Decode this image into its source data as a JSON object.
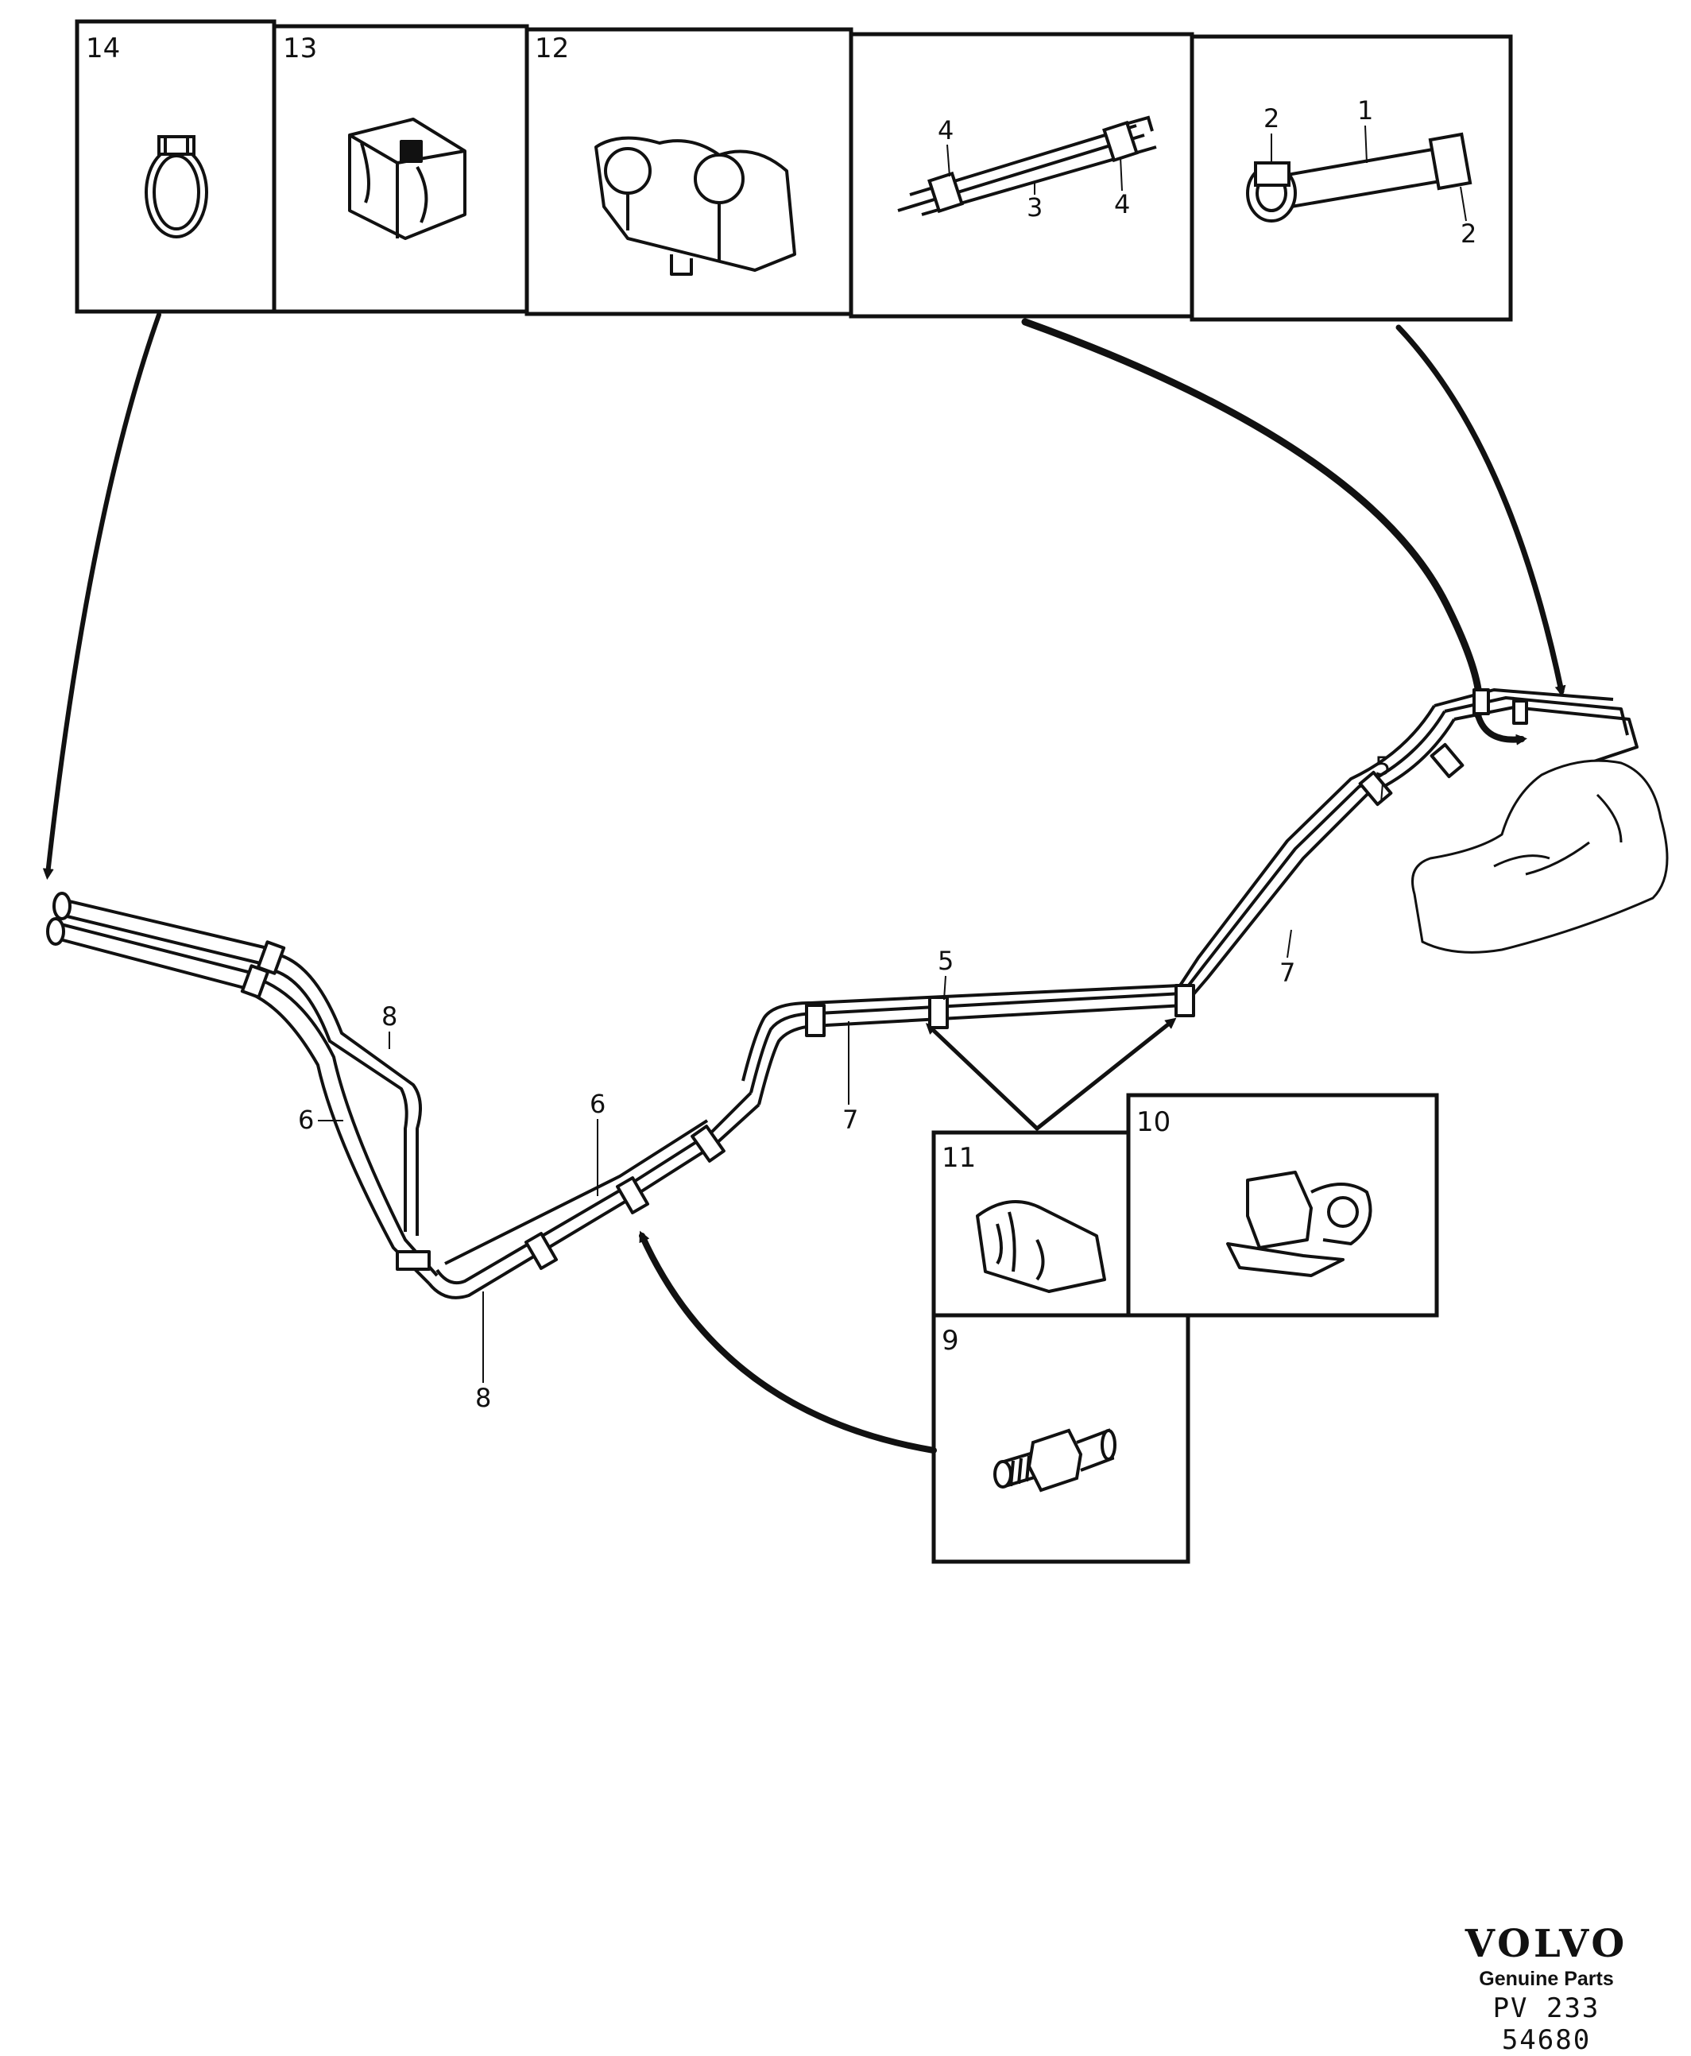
{
  "panels": {
    "p14": "14",
    "p13": "13",
    "p12": "12",
    "p11": "11",
    "p10": "10",
    "p9": "9"
  },
  "callouts": {
    "c1": "1",
    "c2a": "2",
    "c2b": "2",
    "c3": "3",
    "c4a": "4",
    "c4b": "4",
    "c5a": "5",
    "c5b": "5",
    "c6a": "6",
    "c6b": "6",
    "c7a": "7",
    "c7b": "7",
    "c8a": "8",
    "c8b": "8"
  },
  "brand": {
    "logo": "VOLVO",
    "subtitle": "Genuine Parts",
    "code": "PV 233 54680"
  }
}
